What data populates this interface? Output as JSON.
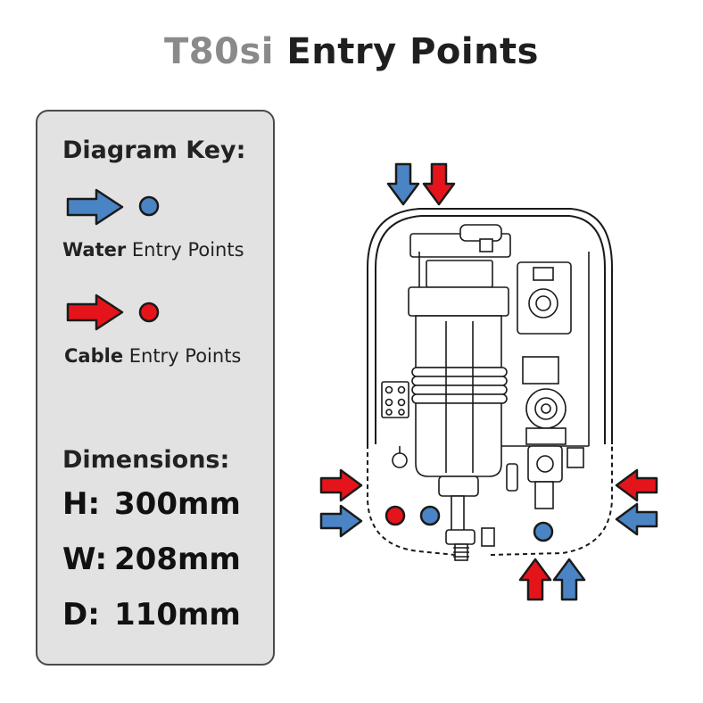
{
  "title": {
    "model": "T80si",
    "rest": "Entry Points"
  },
  "key": {
    "heading": "Diagram Key:",
    "water": {
      "bold": "Water",
      "rest": " Entry Points",
      "color": "#4a84c4",
      "icon": "arrow-right-blue-icon"
    },
    "cable": {
      "bold": "Cable",
      "rest": " Entry Points",
      "color": "#e5141b",
      "icon": "arrow-right-red-icon"
    }
  },
  "dimensions": {
    "heading": "Dimensions:",
    "rows": [
      {
        "label": "H:",
        "value": "300mm"
      },
      {
        "label": "W:",
        "value": "208mm"
      },
      {
        "label": "D:",
        "value": "110mm"
      }
    ]
  },
  "colors": {
    "water": "#4a84c4",
    "cable": "#e5141b",
    "outline": "#1a1a1a"
  }
}
